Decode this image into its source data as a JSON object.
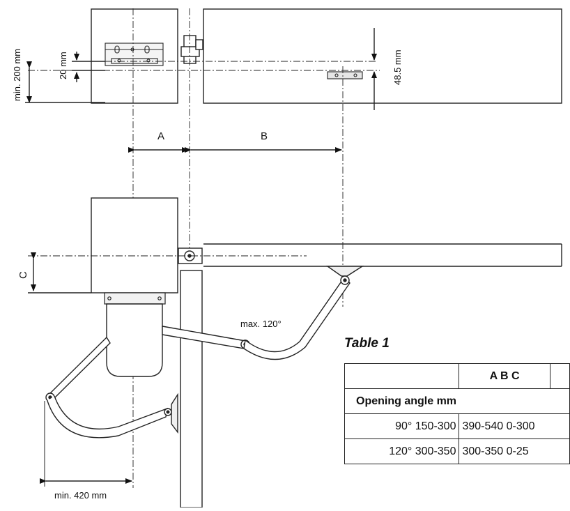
{
  "labels": {
    "min_200": "min. 200 mm",
    "mm_20": "20 mm",
    "mm_48_5": "48.5 mm",
    "dim_a": "A",
    "dim_b": "B",
    "dim_c": "C",
    "max_angle": "max. 120°",
    "min_420": "min. 420 mm"
  },
  "table": {
    "title": "Table 1",
    "header": "A B C",
    "row_label": "Opening angle mm",
    "row_90_left": "90° 150-300",
    "row_90_right": "390-540 0-300",
    "row_120_left": "120° 300-350",
    "row_120_right": "300-350 0-25"
  }
}
